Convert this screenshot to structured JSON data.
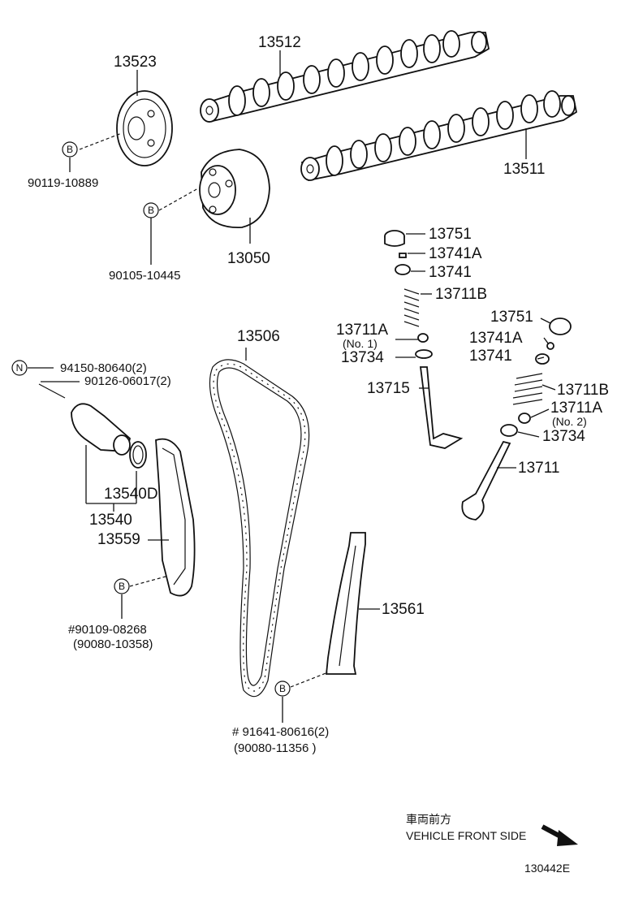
{
  "callouts": {
    "p13523": "13523",
    "p13512": "13512",
    "p13511": "13511",
    "p90119": "90119-10889",
    "p13050": "13050",
    "p90105": "90105-10445",
    "p13751a": "13751",
    "p13741Aa": "13741A",
    "p13741a": "13741",
    "p13711Ba": "13711B",
    "p13506": "13506",
    "p13711Aa": "13711A",
    "no1": "(No. 1)",
    "p13734a": "13734",
    "p13715": "13715",
    "p13751b": "13751",
    "p13741Ab": "13741A",
    "p13741b": "13741",
    "p13711Bb": "13711B",
    "p13711Ab": "13711A",
    "no2": "(No. 2)",
    "p13734b": "13734",
    "p13711": "13711",
    "p94150": "94150-80640(2)",
    "p90126": "90126-06017(2)",
    "p13540D": "13540D",
    "p13540": "13540",
    "p13559": "13559",
    "p90109": "#90109-08268",
    "p90080a": "(90080-10358)",
    "p13561": "13561",
    "p91641": "# 91641-80616(2)",
    "p90080b": "(90080-11356 )"
  },
  "markers": {
    "B": "B",
    "N": "N"
  },
  "direction": {
    "japanese": "車両前方",
    "english": "VEHICLE FRONT SIDE"
  },
  "figure_id": "130442E"
}
